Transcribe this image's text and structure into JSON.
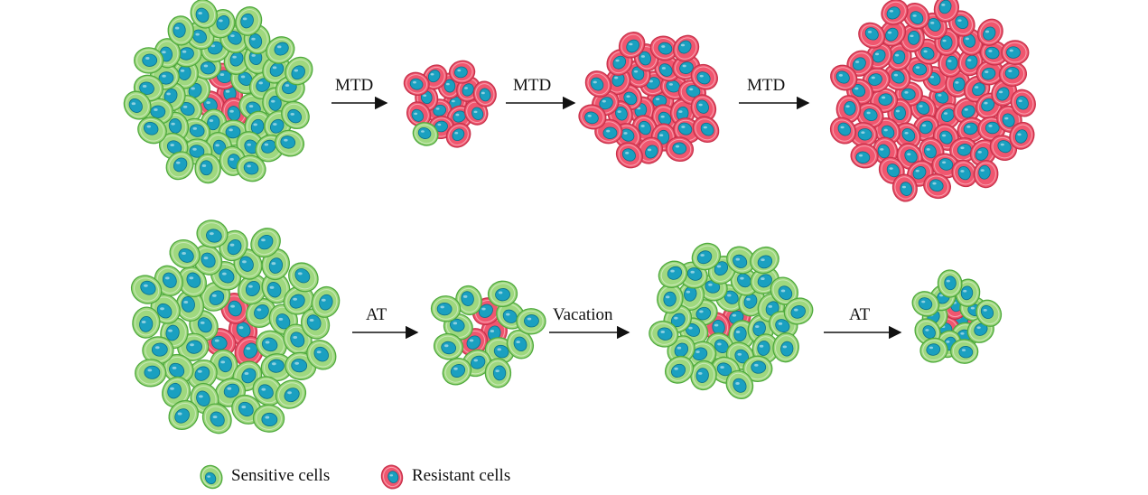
{
  "colors": {
    "sensitive_fill": "#9fd87f",
    "sensitive_edge": "#4faa3d",
    "resistant_fill": "#f0566f",
    "resistant_edge": "#c8324b",
    "nucleus_fill": "#1aa0c0",
    "nucleus_edge": "#0b6f8a",
    "arrow": "#111111"
  },
  "rows": [
    {
      "name": "mtd-row",
      "arrows": [
        "MTD",
        "MTD",
        "MTD"
      ],
      "tumors": [
        {
          "sensitive_cells": 48,
          "resistant_cells": 4
        },
        {
          "sensitive_cells": 1,
          "resistant_cells": 14
        },
        {
          "sensitive_cells": 0,
          "resistant_cells": 32
        },
        {
          "sensitive_cells": 0,
          "resistant_cells": 65
        }
      ]
    },
    {
      "name": "at-row",
      "arrows": [
        "AT",
        "Vacation",
        "AT"
      ],
      "tumors": [
        {
          "sensitive_cells": 46,
          "resistant_cells": 4
        },
        {
          "sensitive_cells": 12,
          "resistant_cells": 3
        },
        {
          "sensitive_cells": 34,
          "resistant_cells": 2
        },
        {
          "sensitive_cells": 13,
          "resistant_cells": 3
        }
      ]
    }
  ],
  "legend": {
    "sensitive_label": "Sensitive cells",
    "resistant_label": "Resistant cells"
  }
}
